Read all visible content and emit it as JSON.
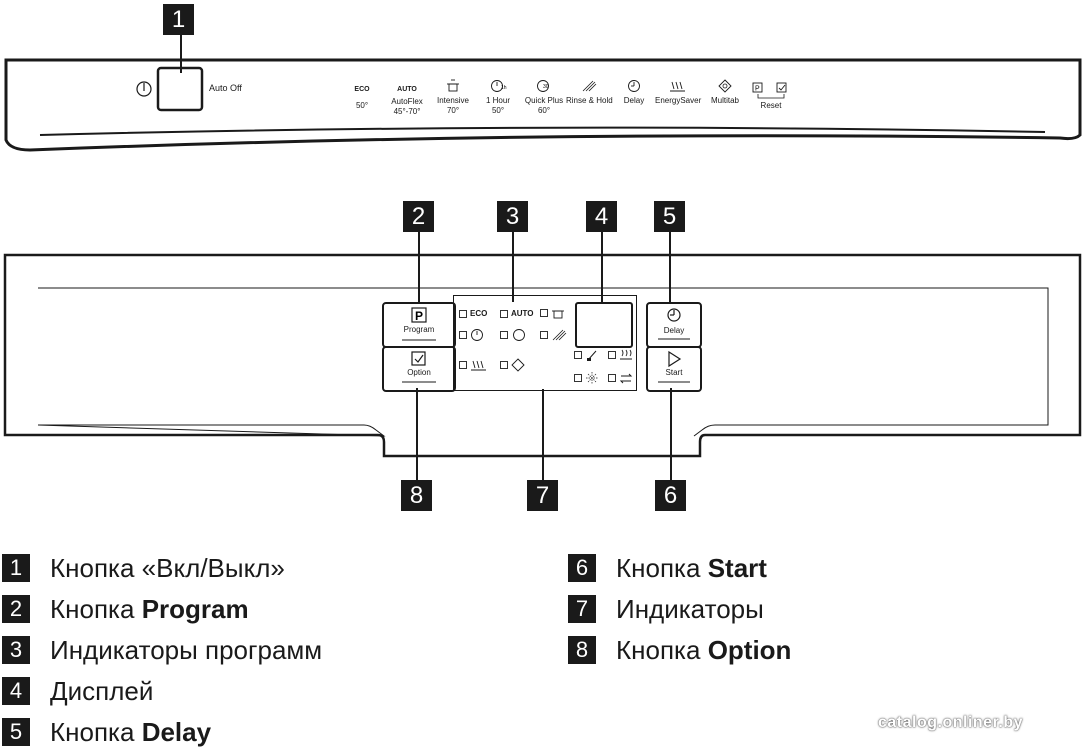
{
  "callouts": [
    "1",
    "2",
    "3",
    "4",
    "5",
    "6",
    "7",
    "8"
  ],
  "top_panel": {
    "auto_off": "Auto Off",
    "programs": [
      {
        "line1": "ECO",
        "line2": "50°",
        "icon": "eco-text"
      },
      {
        "line1": "AUTO",
        "line2": "AutoFlex",
        "line3": "45°-70°",
        "icon": "auto-text"
      },
      {
        "line1": "Intensive",
        "line2": "70°",
        "icon": "pot-icon"
      },
      {
        "line1": "1 Hour",
        "line2": "50°",
        "icon": "one-hour-icon"
      },
      {
        "line1": "Quick Plus",
        "line2": "60°",
        "icon": "quick-plus-icon"
      },
      {
        "line1": "Rinse & Hold",
        "icon": "rinse-hold-icon"
      },
      {
        "line1": "Delay",
        "icon": "delay-icon"
      },
      {
        "line1": "EnergySaver",
        "icon": "energy-saver-icon"
      },
      {
        "line1": "Multitab",
        "icon": "multitab-icon"
      }
    ],
    "reset_label": "Reset"
  },
  "front_panel": {
    "program_label": "Program",
    "option_label": "Option",
    "delay_label": "Delay",
    "start_label": "Start",
    "indicator_eco": "ECO",
    "indicator_auto": "AUTO"
  },
  "legend": [
    {
      "num": "1",
      "text": "Кнопка «Вкл/Выкл»",
      "bold": ""
    },
    {
      "num": "2",
      "text": "Кнопка ",
      "bold": "Program"
    },
    {
      "num": "3",
      "text": "Индикаторы программ",
      "bold": ""
    },
    {
      "num": "4",
      "text": "Дисплей",
      "bold": ""
    },
    {
      "num": "5",
      "text": "Кнопка ",
      "bold": "Delay"
    },
    {
      "num": "6",
      "text": "Кнопка ",
      "bold": "Start"
    },
    {
      "num": "7",
      "text": "Индикаторы",
      "bold": ""
    },
    {
      "num": "8",
      "text": "Кнопка ",
      "bold": "Option"
    }
  ],
  "watermark": "catalog.onliner.by"
}
